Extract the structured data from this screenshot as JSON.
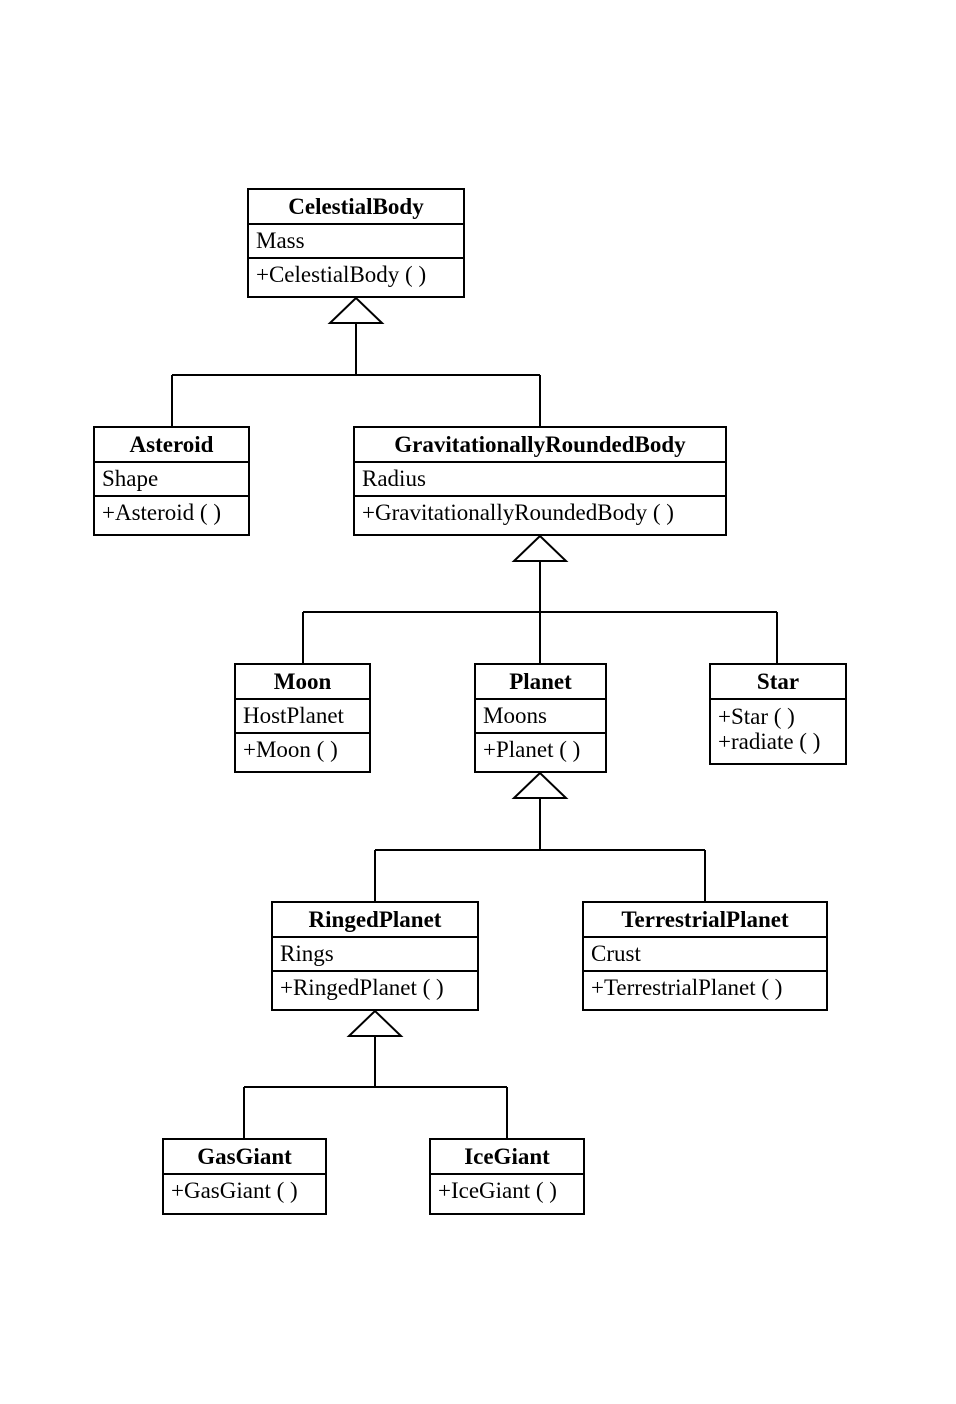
{
  "classes": {
    "celestial_body": {
      "name": "CelestialBody",
      "attributes": [
        "Mass"
      ],
      "operations": [
        "+CelestialBody ( )"
      ]
    },
    "asteroid": {
      "name": "Asteroid",
      "attributes": [
        "Shape"
      ],
      "operations": [
        "+Asteroid ( )"
      ]
    },
    "grb": {
      "name": "GravitationallyRoundedBody",
      "attributes": [
        "Radius"
      ],
      "operations": [
        "+GravitationallyRoundedBody ( )"
      ]
    },
    "moon": {
      "name": "Moon",
      "attributes": [
        "HostPlanet"
      ],
      "operations": [
        "+Moon ( )"
      ]
    },
    "planet": {
      "name": "Planet",
      "attributes": [
        "Moons"
      ],
      "operations": [
        "+Planet ( )"
      ]
    },
    "star": {
      "name": "Star",
      "attributes": [],
      "operations": [
        "+Star ( )",
        "+radiate ( )"
      ]
    },
    "ringed_planet": {
      "name": "RingedPlanet",
      "attributes": [
        "Rings"
      ],
      "operations": [
        "+RingedPlanet ( )"
      ]
    },
    "terrestrial_planet": {
      "name": "TerrestrialPlanet",
      "attributes": [
        "Crust"
      ],
      "operations": [
        "+TerrestrialPlanet ( )"
      ]
    },
    "gas_giant": {
      "name": "GasGiant",
      "attributes": [],
      "operations": [
        "+GasGiant ( )"
      ]
    },
    "ice_giant": {
      "name": "IceGiant",
      "attributes": [],
      "operations": [
        "+IceGiant ( )"
      ]
    }
  },
  "inheritance": [
    {
      "parent": "CelestialBody",
      "children": [
        "Asteroid",
        "GravitationallyRoundedBody"
      ]
    },
    {
      "parent": "GravitationallyRoundedBody",
      "children": [
        "Moon",
        "Planet",
        "Star"
      ]
    },
    {
      "parent": "Planet",
      "children": [
        "RingedPlanet",
        "TerrestrialPlanet"
      ]
    },
    {
      "parent": "RingedPlanet",
      "children": [
        "GasGiant",
        "IceGiant"
      ]
    }
  ]
}
